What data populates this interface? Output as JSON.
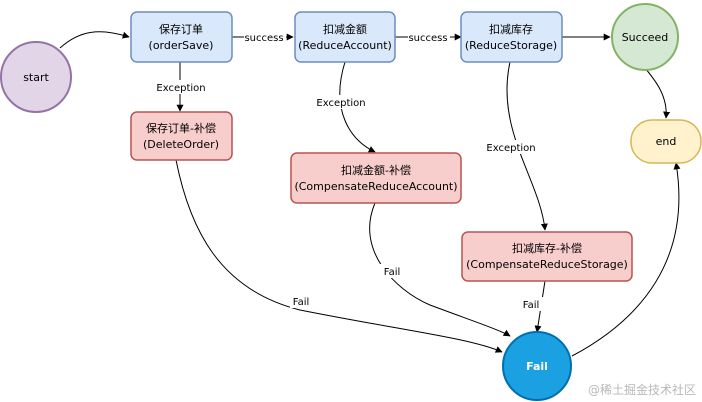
{
  "diagram": {
    "nodes": {
      "start": {
        "label": "start"
      },
      "order_save": {
        "line1": "保存订单",
        "line2": "(orderSave)"
      },
      "reduce_account": {
        "line1": "扣减金额",
        "line2": "(ReduceAccount)"
      },
      "reduce_storage": {
        "line1": "扣减库存",
        "line2": "(ReduceStorage)"
      },
      "succeed": {
        "label": "Succeed"
      },
      "end": {
        "label": "end"
      },
      "delete_order": {
        "line1": "保存订单-补偿",
        "line2": "(DeleteOrder)"
      },
      "compensate_account": {
        "line1": "扣减金额-补偿",
        "line2": "(CompensateReduceAccount)"
      },
      "compensate_storage": {
        "line1": "扣减库存-补偿",
        "line2": "(CompensateReduceStorage)"
      },
      "fail": {
        "label": "Fail"
      }
    },
    "edge_labels": {
      "success_1": "success",
      "success_2": "success",
      "exception_1": "Exception",
      "exception_2": "Exception",
      "exception_3": "Exception",
      "fail_1": "Fail",
      "fail_2": "Fail",
      "fail_3": "Fail"
    },
    "colors": {
      "start_fill": "#e1d5e7",
      "start_stroke": "#9673a6",
      "task_fill": "#dae8fc",
      "task_stroke": "#6c8ebf",
      "comp_fill": "#f8cecc",
      "comp_stroke": "#b85450",
      "succeed_fill": "#d5e8d4",
      "succeed_stroke": "#82b366",
      "end_fill": "#fff2cc",
      "end_stroke": "#d6b656",
      "fail_fill": "#1ba1e2",
      "fail_stroke": "#006eaf"
    }
  },
  "watermark": "@稀土掘金技术社区"
}
